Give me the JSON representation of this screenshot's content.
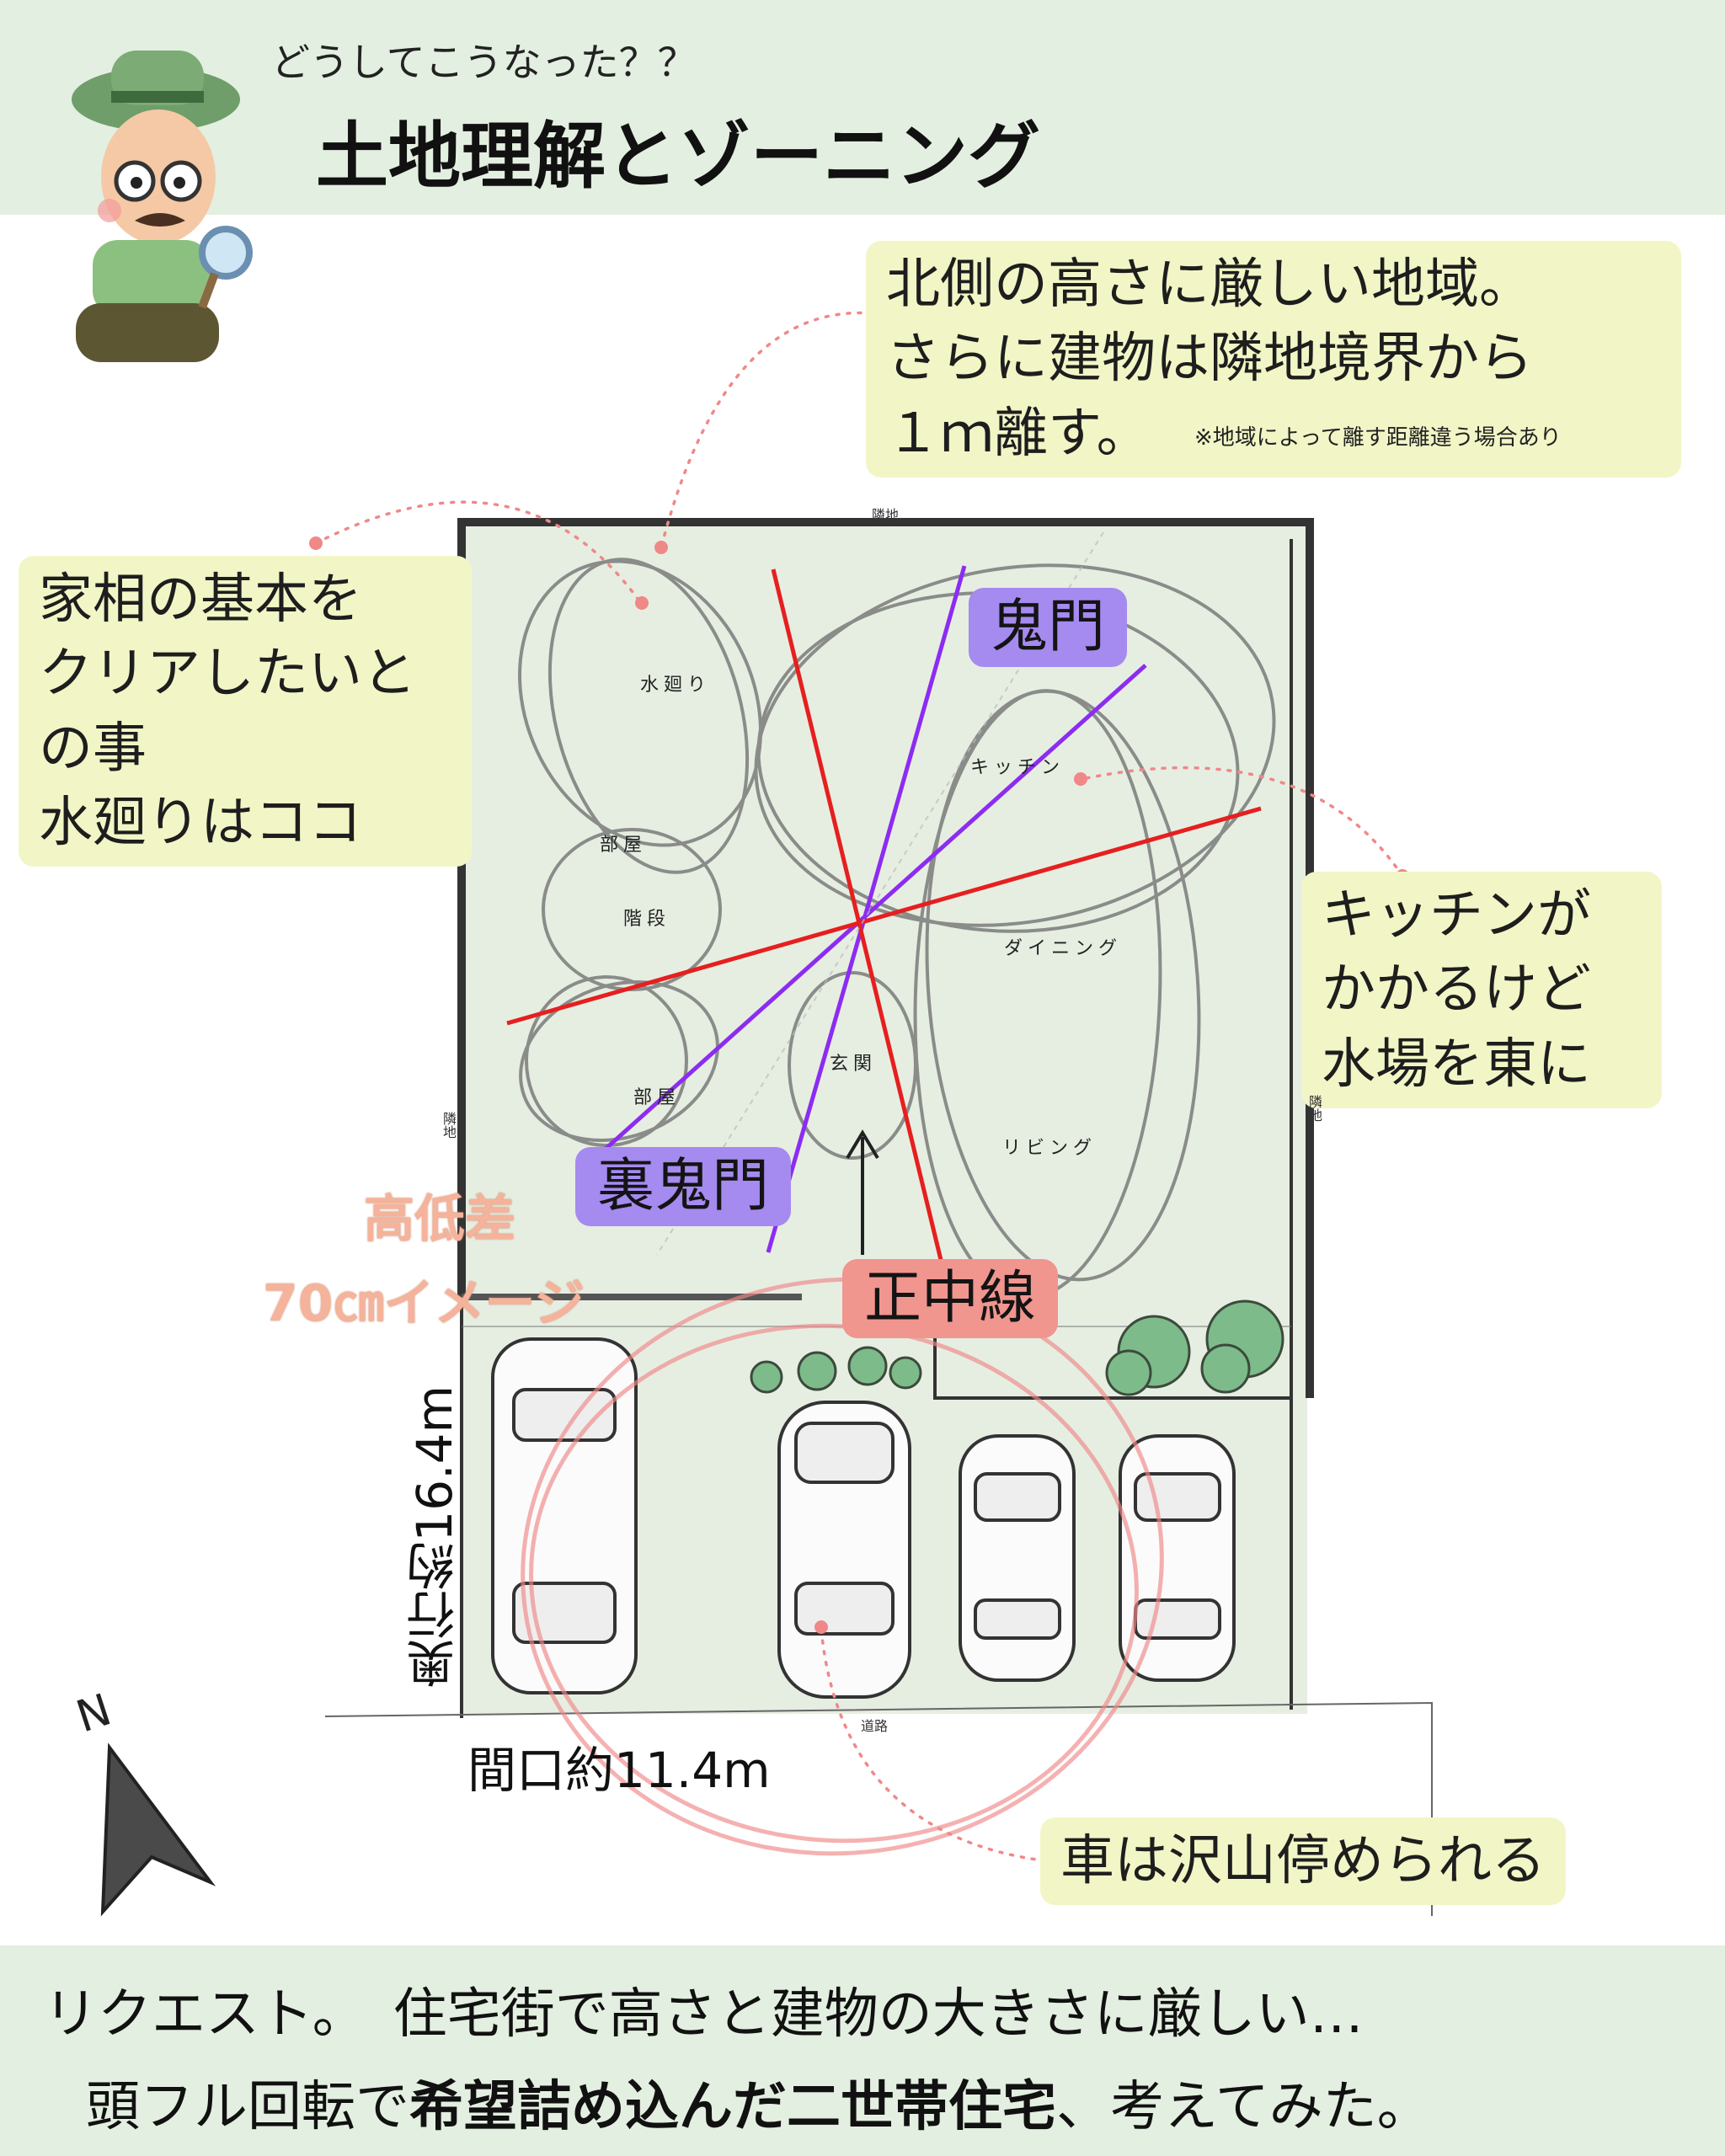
{
  "header": {
    "subtitle": "どうしてこうなった？？",
    "title": "土地理解とゾーニング"
  },
  "callouts": {
    "north_height": [
      "北側の高さに厳しい地域。",
      "さらに建物は隣地境界から",
      "１ｍ離す。"
    ],
    "north_height_note": "※地域によって離す距離違う場合あり",
    "kaso": [
      "家相の基本を",
      "クリアしたいとの事",
      "水廻りはココ"
    ],
    "kitchen": [
      "キッチンが",
      "かかるけど",
      "水場を東に"
    ],
    "cars": "車は沢山停められる"
  },
  "labels": {
    "kimon": "鬼門",
    "ura_kimon": "裏鬼門",
    "seichusen": "正中線"
  },
  "rooms": {
    "mizumawari": "水廻り",
    "kitchen": "キッチン",
    "heya1": "部屋",
    "kaidan": "階段",
    "dining": "ダイニング",
    "genkan": "玄関",
    "heya2": "部屋",
    "living": "リビング"
  },
  "site": {
    "neighbor_top": "隣地",
    "neighbor_left": "隣地",
    "neighbor_right": "隣地",
    "road": "道路",
    "height_diff_1": "高低差",
    "height_diff_2": "70㎝イメージ",
    "depth": "奥行約16.4m",
    "frontage": "間口約11.4m",
    "compass": "N"
  },
  "footer": {
    "line1": "リクエスト。　住宅街で高さと建物の大きさに厳しい…",
    "line2_pre": "頭フル回転で",
    "line2_bold": "希望詰め込んだ二世帯住宅",
    "line2_post": "、考えてみた。"
  },
  "colors": {
    "band": "#e3efe0",
    "bubble": "#f2f6c6",
    "site": "#e6eee2",
    "purple": "#8c2cf2",
    "red": "#e61f1f",
    "tag_purple": "#a58af0",
    "tag_red": "#f1958f"
  },
  "icons": [
    "detective-illustration",
    "north-arrow-icon",
    "tree-icon",
    "car-icon"
  ]
}
